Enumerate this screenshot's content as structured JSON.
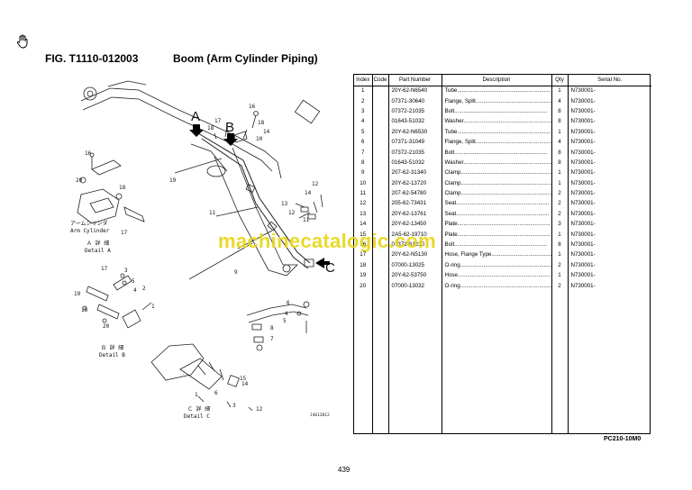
{
  "icons": {
    "hand": "hand-pointer-icon"
  },
  "figure": {
    "number": "FIG. T1110-012003",
    "title": "Boom (Arm Cylinder Piping)"
  },
  "drawing": {
    "callouts": [
      "A",
      "B",
      "C"
    ],
    "detail_a": {
      "jp": "Ａ 詳 細",
      "en": "Detail A"
    },
    "detail_b": {
      "jp": "Ｂ 詳 細",
      "en": "Detail B"
    },
    "detail_c": {
      "jp": "Ｃ 詳 細",
      "en": "Detail C"
    },
    "cylinder_jp": "アームシリンダ",
    "cylinder_en": "Arm Cylinder",
    "drawing_no": "J4612012"
  },
  "table": {
    "headers": [
      "Index",
      "Code",
      "Part Number",
      "Description",
      "Qty",
      "Serial No."
    ],
    "rows": [
      [
        "1",
        "",
        "20Y-62-N6540",
        "Tube",
        "1",
        "N730001-"
      ],
      [
        "2",
        "",
        "07371-30640",
        "Flange, Split",
        "4",
        "N730001-"
      ],
      [
        "3",
        "",
        "07372-21035",
        "Bolt",
        "8",
        "N730001-"
      ],
      [
        "4",
        "",
        "01643-51032",
        "Washer",
        "8",
        "N730001-"
      ],
      [
        "5",
        "",
        "20Y-62-N6530",
        "Tube",
        "1",
        "N730001-"
      ],
      [
        "6",
        "",
        "07371-31049",
        "Flange, Split",
        "4",
        "N730001-"
      ],
      [
        "7",
        "",
        "07372-21035",
        "Bolt",
        "8",
        "N730001-"
      ],
      [
        "8",
        "",
        "01643-51032",
        "Washer",
        "8",
        "N730001-"
      ],
      [
        "9",
        "",
        "207-62-31340",
        "Clamp",
        "1",
        "N730001-"
      ],
      [
        "10",
        "",
        "20Y-62-13720",
        "Clamp",
        "1",
        "N730001-"
      ],
      [
        "11",
        "",
        "207-62-54780",
        "Clamp",
        "2",
        "N730001-"
      ],
      [
        "12",
        "",
        "205-62-73431",
        "Seat",
        "2",
        "N730001-"
      ],
      [
        "13",
        "",
        "20Y-62-13761",
        "Seat",
        "2",
        "N730001-"
      ],
      [
        "14",
        "",
        "20Y-62-13450",
        "Plate",
        "3",
        "N730001-"
      ],
      [
        "15",
        "",
        "2A5-62-19710",
        "Plate",
        "1",
        "N730001-"
      ],
      [
        "16",
        "",
        "07372-61230",
        "Bolt",
        "8",
        "N730001-"
      ],
      [
        "17",
        "",
        "20Y-62-N5130",
        "Hose, Flange Type",
        "1",
        "N730001-"
      ],
      [
        "18",
        "",
        "07000-13025",
        "O-ring",
        "2",
        "N730001-"
      ],
      [
        "19",
        "",
        "20Y-62-53750",
        "Hose",
        "1",
        "N730001-"
      ],
      [
        "20",
        "",
        "07000-13032",
        "O-ring",
        "2",
        "N730001-"
      ]
    ]
  },
  "model": "PC210-10M0",
  "watermark": "machinecatalogic.com",
  "page_number": "439"
}
